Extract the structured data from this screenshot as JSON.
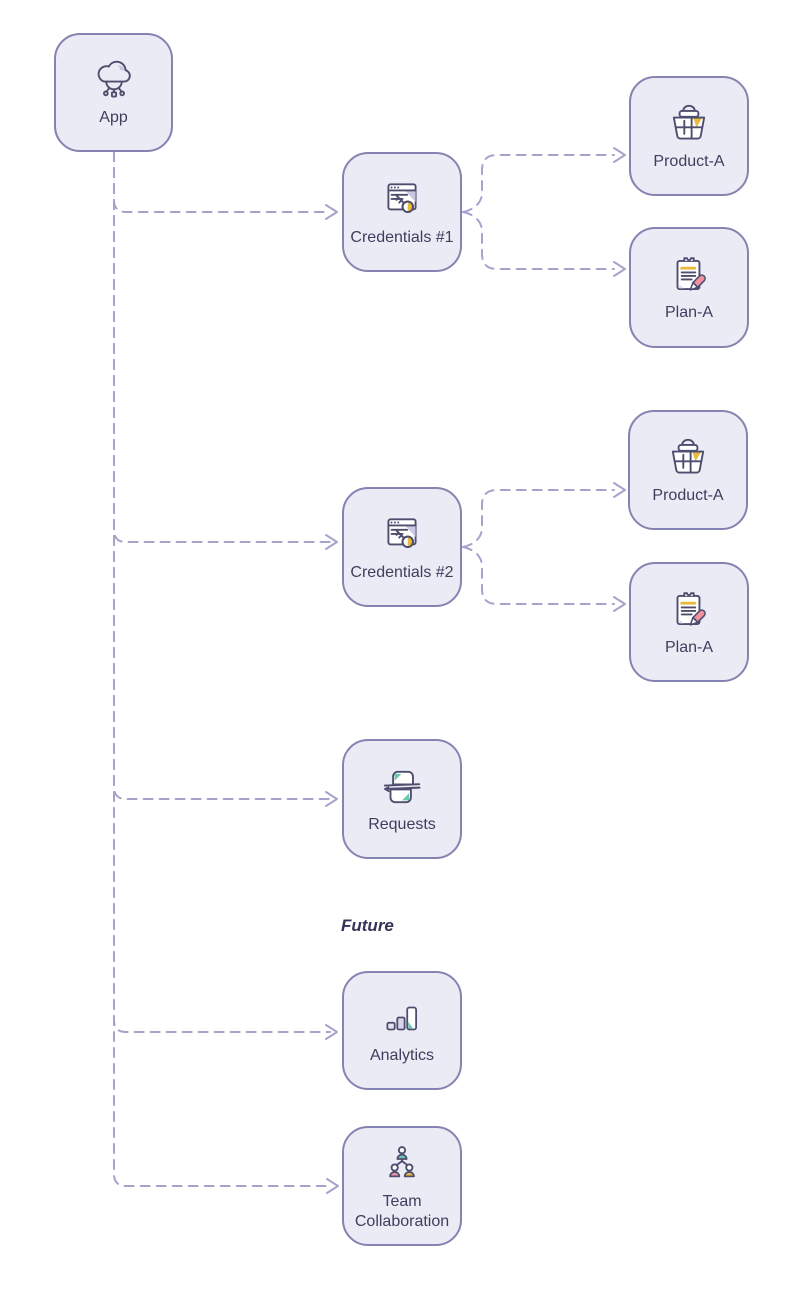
{
  "diagram": {
    "section_label": "Future",
    "nodes": [
      {
        "id": "app",
        "label": "App",
        "icon": "cloud-app-icon"
      },
      {
        "id": "credentials-1",
        "label": "Credentials #1",
        "icon": "browser-key-icon"
      },
      {
        "id": "product-a-1",
        "label": "Product-A",
        "icon": "product-basket-icon"
      },
      {
        "id": "plan-a-1",
        "label": "Plan-A",
        "icon": "plan-clipboard-icon"
      },
      {
        "id": "credentials-2",
        "label": "Credentials #2",
        "icon": "browser-key-icon"
      },
      {
        "id": "product-a-2",
        "label": "Product-A",
        "icon": "product-basket-icon"
      },
      {
        "id": "plan-a-2",
        "label": "Plan-A",
        "icon": "plan-clipboard-icon"
      },
      {
        "id": "requests",
        "label": "Requests",
        "icon": "requests-sync-icon"
      },
      {
        "id": "analytics",
        "label": "Analytics",
        "icon": "analytics-bars-icon"
      },
      {
        "id": "team-collaboration",
        "label": "Team Collaboration",
        "icon": "team-people-icon"
      }
    ],
    "edges": [
      {
        "from": "app",
        "to": "credentials-1"
      },
      {
        "from": "app",
        "to": "credentials-2"
      },
      {
        "from": "app",
        "to": "requests"
      },
      {
        "from": "app",
        "to": "analytics"
      },
      {
        "from": "app",
        "to": "team-collaboration"
      },
      {
        "from": "credentials-1",
        "to": "product-a-1"
      },
      {
        "from": "credentials-1",
        "to": "plan-a-1"
      },
      {
        "from": "credentials-2",
        "to": "product-a-2"
      },
      {
        "from": "credentials-2",
        "to": "plan-a-2"
      }
    ],
    "colors": {
      "background": "#ffffff",
      "node_fill": "#ebebf6",
      "node_border": "#8583b1",
      "connector": "#a5a3cc",
      "label_text": "#3e3e5d",
      "icon_stroke": "#4d4d6e",
      "accent_yellow": "#e9bb3d",
      "accent_pink": "#f2919f",
      "accent_teal": "#6cc7b0",
      "accent_lavender": "#c9c6e6"
    }
  }
}
